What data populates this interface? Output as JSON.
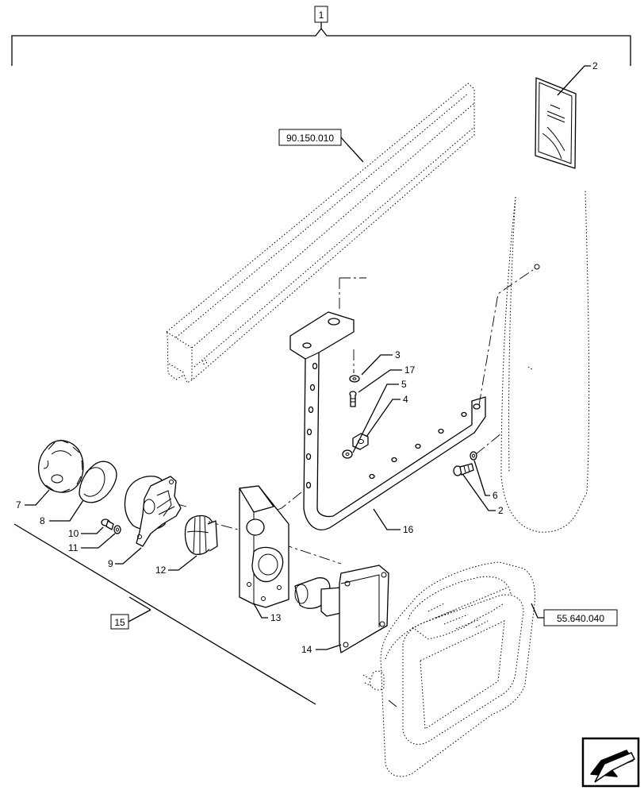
{
  "callouts": {
    "kit": "1",
    "sub_assembly": "15",
    "frame_ref": "90.150.010",
    "display_ref": "55.640.040"
  },
  "parts": {
    "p2_manual": "2",
    "p2_bolt": "2",
    "p3": "3",
    "p4": "4",
    "p5": "5",
    "p6": "6",
    "p7": "7",
    "p8": "8",
    "p9": "9",
    "p10": "10",
    "p11": "11",
    "p12": "12",
    "p13": "13",
    "p14": "14",
    "p16": "16",
    "p17": "17"
  }
}
